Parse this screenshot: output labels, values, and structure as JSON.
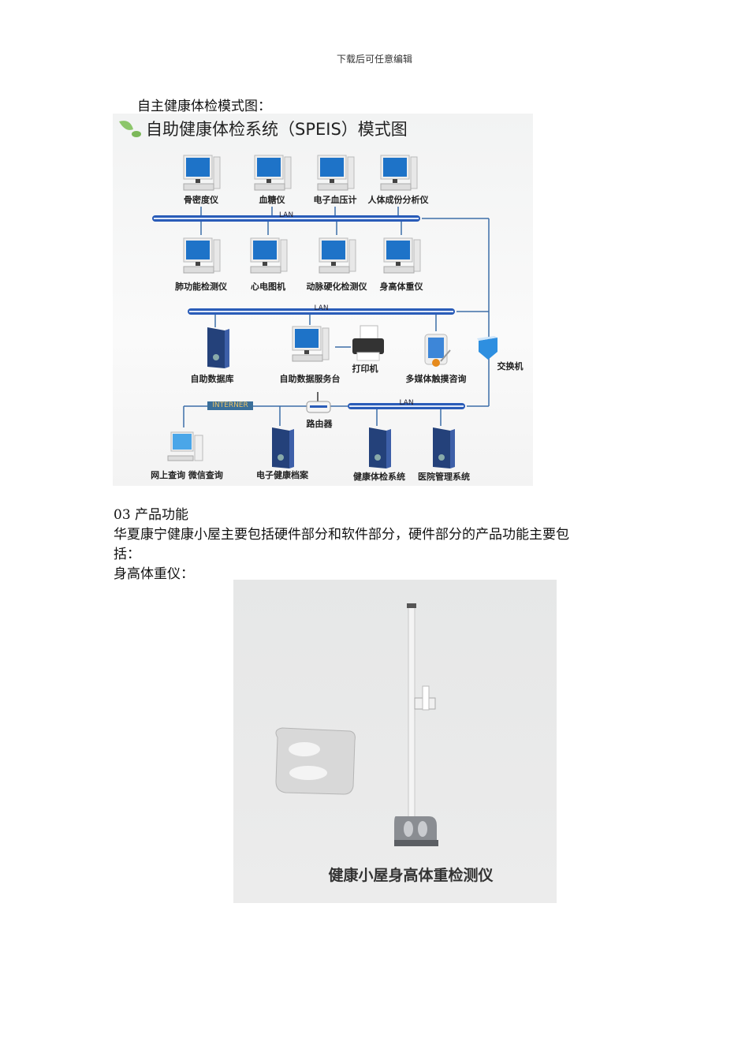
{
  "header": "下载后可任意编辑",
  "intro_label": "自主健康体检模式图：",
  "diagram": {
    "title": "自助健康体检系统（SPEIS）模式图",
    "lan_label": "LAN",
    "internet_label": "INTERNER",
    "top_row": [
      "骨密度仪",
      "血糖仪",
      "电子血压计",
      "人体成份分析仪"
    ],
    "second_row": [
      "肺功能检测仪",
      "心电图机",
      "动脉硬化检测仪",
      "身高体重仪"
    ],
    "third_row": {
      "database": "自助数据库",
      "service_desk": "自助数据服务台",
      "printer": "打印机",
      "touch_kiosk": "多媒体触摸咨询",
      "switch": "交换机"
    },
    "router": "路由器",
    "bottom_row": {
      "online_query": "网上查询 微信查询",
      "ehr": "电子健康档案",
      "exam_system": "健康体检系统",
      "his": "医院管理系统"
    }
  },
  "section_heading": "03 产品功能",
  "paragraph_line1": "华夏康宁健康小屋主要包括硬件部分和软件部分，硬件部分的产品功能主要包",
  "paragraph_line2": "括：",
  "device_label": "身高体重仪：",
  "product_image": {
    "caption": "健康小屋身高体重检测仪"
  }
}
